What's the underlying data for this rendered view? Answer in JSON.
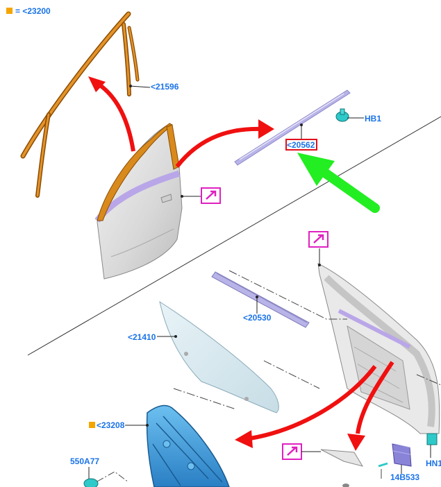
{
  "legend": {
    "marker_color": "#f5a500",
    "text": "= <23200"
  },
  "callouts": {
    "c21596": "<21596",
    "c20562": "<20562",
    "hb1": "HB1",
    "c20530": "<20530",
    "c21410": "<21410",
    "c23208": "<23208",
    "c550a77": "550A77",
    "c14b533": "14B533",
    "hn1": "HN1"
  },
  "colors": {
    "callout_text": "#1a73e8",
    "weatherstrip": "#d98a1c",
    "highlight_box": "#e0101a",
    "arrow_red": "#f01010",
    "arrow_green": "#22ee22",
    "link_icon": "#e020c0",
    "regulator": "#3a9ad9",
    "clip": "#2ec9c9",
    "glass": "#d7e9f0"
  },
  "icons": {
    "link_icon_name": "external-link-icon",
    "legend_marker_name": "orange-square-marker"
  }
}
